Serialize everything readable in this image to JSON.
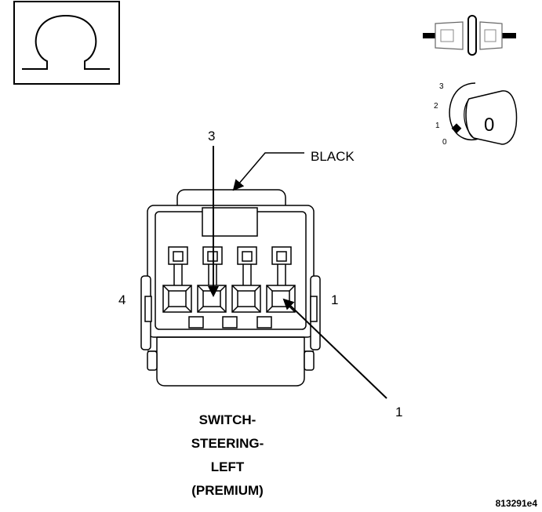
{
  "ohm_symbol": "Ω",
  "key_positions": [
    "3",
    "2",
    "1",
    "0"
  ],
  "key_label": "0",
  "callouts": {
    "color": "BLACK",
    "pin_top": "3",
    "pin_left": "4",
    "pin_right": "1",
    "pin_bottom": "1"
  },
  "caption": [
    "SWITCH-",
    "STEERING-",
    "LEFT",
    "(PREMIUM)"
  ],
  "figure_id": "813291e4"
}
